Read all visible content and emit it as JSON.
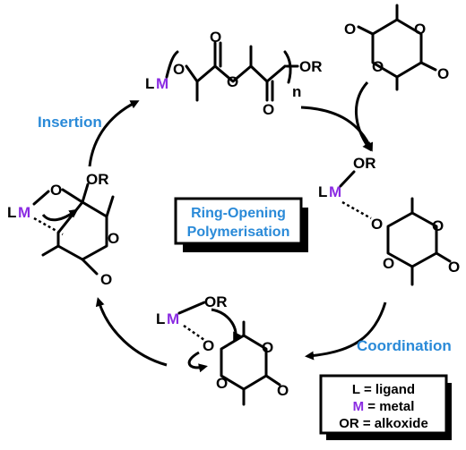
{
  "center_box": {
    "line1": "Ring-Opening",
    "line2": "Polymerisation"
  },
  "steps": {
    "insertion": "Insertion",
    "coordination": "Coordination"
  },
  "atoms": {
    "L": "L",
    "M": "M",
    "O": "O",
    "OR": "OR",
    "n": "n"
  },
  "legend": {
    "l_eq": "L = ligand",
    "m_sym": "M",
    "m_rest": " = metal",
    "or_eq": "OR = alkoxide"
  },
  "colors": {
    "accent_text": "#2a8ad8",
    "metal": "#8a2be2",
    "box_shadow": "#000000"
  }
}
